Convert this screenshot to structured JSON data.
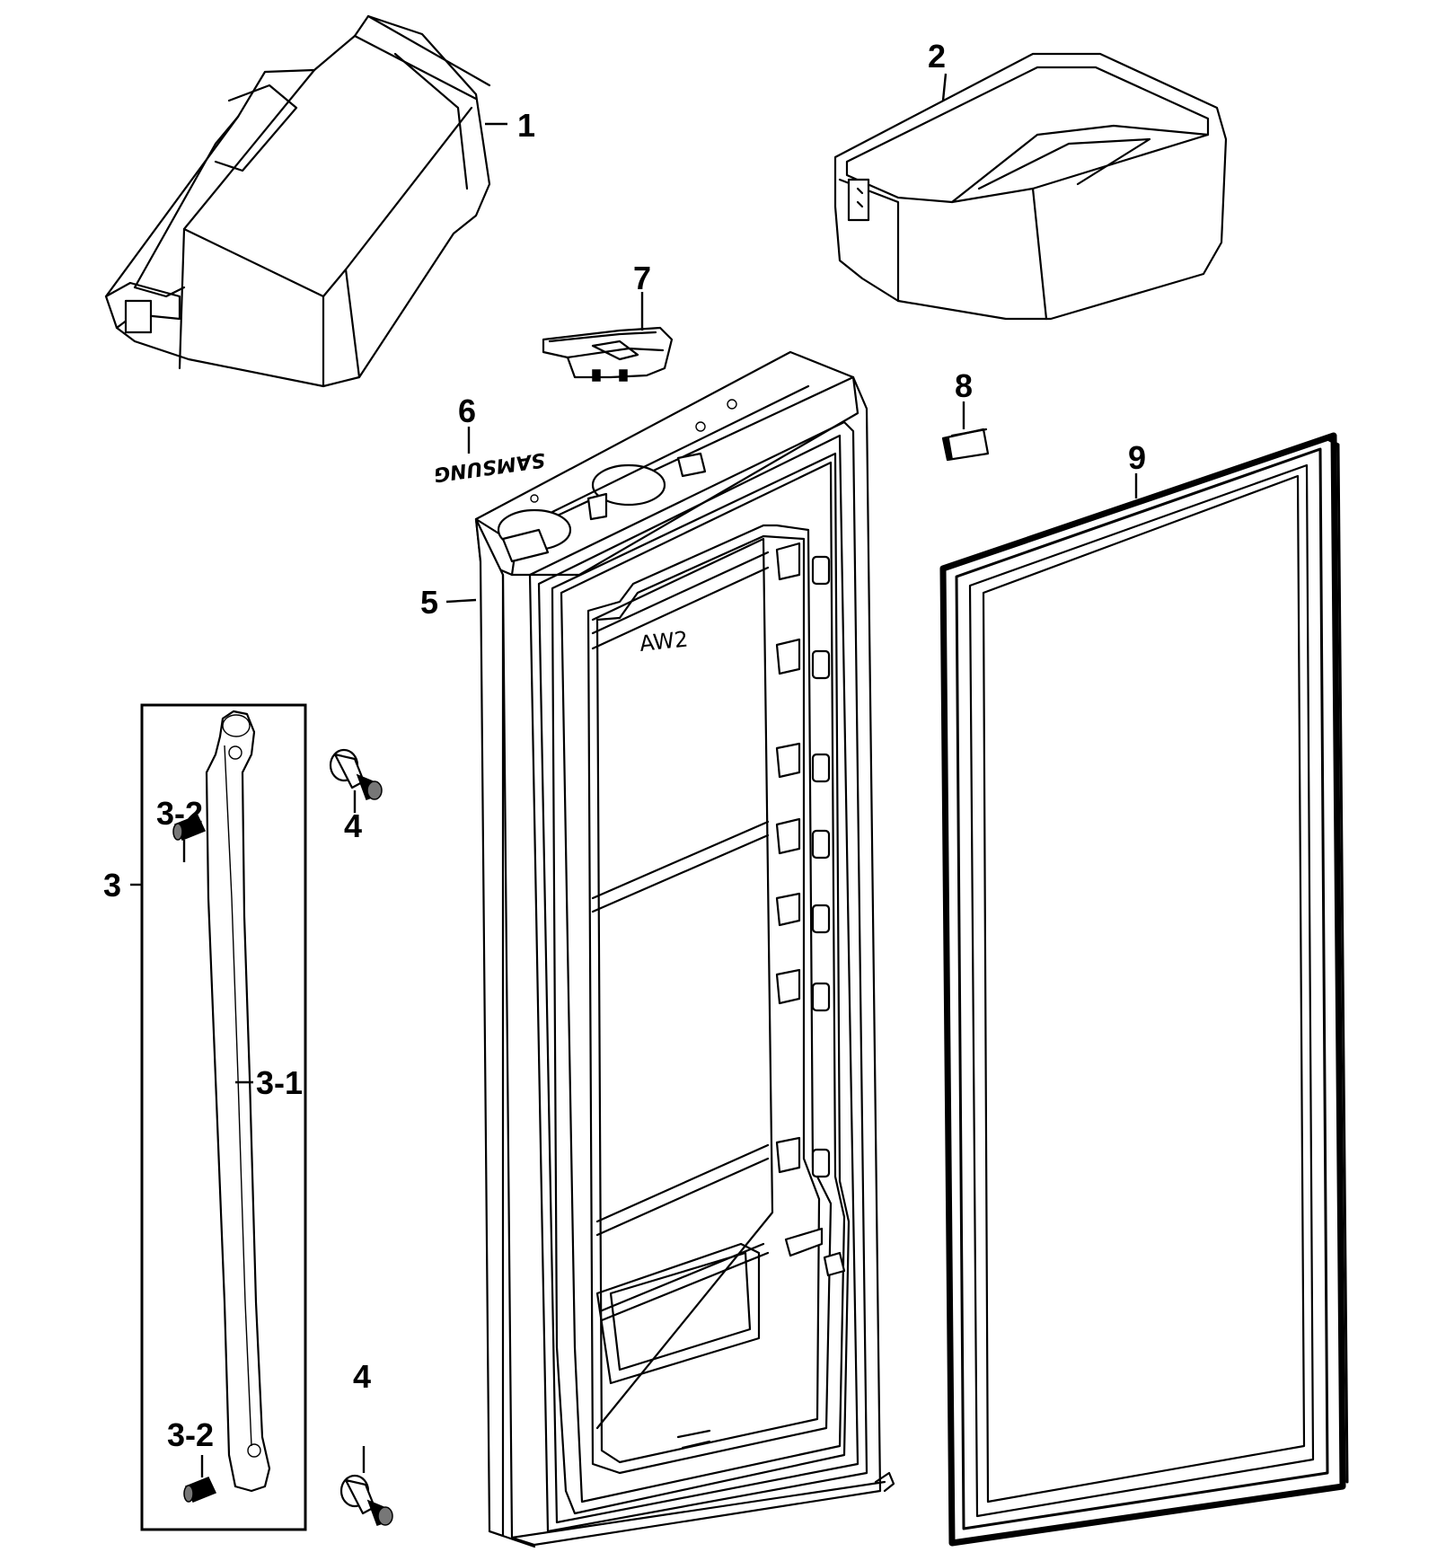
{
  "callouts": {
    "c1": "1",
    "c2": "2",
    "c3": "3",
    "c3_1": "3-1",
    "c3_2_top": "3-2",
    "c3_2_bottom": "3-2",
    "c4_top": "4",
    "c4_bottom": "4",
    "c5": "5",
    "c6": "6",
    "c7": "7",
    "c8": "8",
    "c9": "9"
  },
  "door_marking": "AW2",
  "emblem_text": "SAMSUNG"
}
